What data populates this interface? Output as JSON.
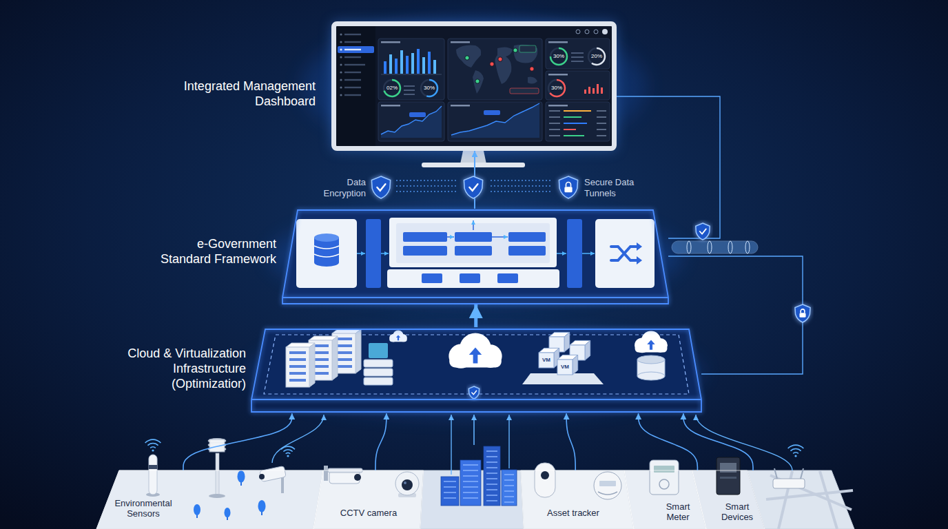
{
  "diagram": {
    "nodes": [
      {
        "text": [
          "Integrated Management Dashboard"
        ]
      },
      {
        "text": [
          "e-Government Standard Framework"
        ]
      },
      {
        "text": [
          "Cloud & Virtualization Infrastructure (Optimizatior)"
        ]
      },
      {
        "text": [
          "Environmental Sensors"
        ]
      },
      {
        "text": [
          "CCTV camera"
        ]
      },
      {
        "text": [
          "Asset tracker"
        ]
      },
      {
        "text": [
          "Smart Meter"
        ]
      },
      {
        "text": [
          "Smart Devices"
        ]
      }
    ],
    "edges": [
      {
        "from": 3,
        "to": 2,
        "arrow": "to"
      },
      {
        "from": 4,
        "to": 2,
        "arrow": "to"
      },
      {
        "from": 5,
        "to": 2,
        "arrow": "to"
      },
      {
        "from": 6,
        "to": 2,
        "arrow": "to"
      },
      {
        "from": 7,
        "to": 2,
        "arrow": "to"
      },
      {
        "from": 2,
        "to": 1,
        "arrow": "to"
      },
      {
        "from": 1,
        "to": 0,
        "arrow": "to"
      },
      {
        "from": 0,
        "to": 1,
        "arrow": "none"
      },
      {
        "from": 1,
        "to": 2,
        "arrow": "none"
      }
    ],
    "labels": [
      "Data Encryption",
      "Secure Data Tunnels",
      "02%",
      "30%",
      "30%",
      "20%",
      "30%",
      "VM",
      "VM"
    ]
  }
}
